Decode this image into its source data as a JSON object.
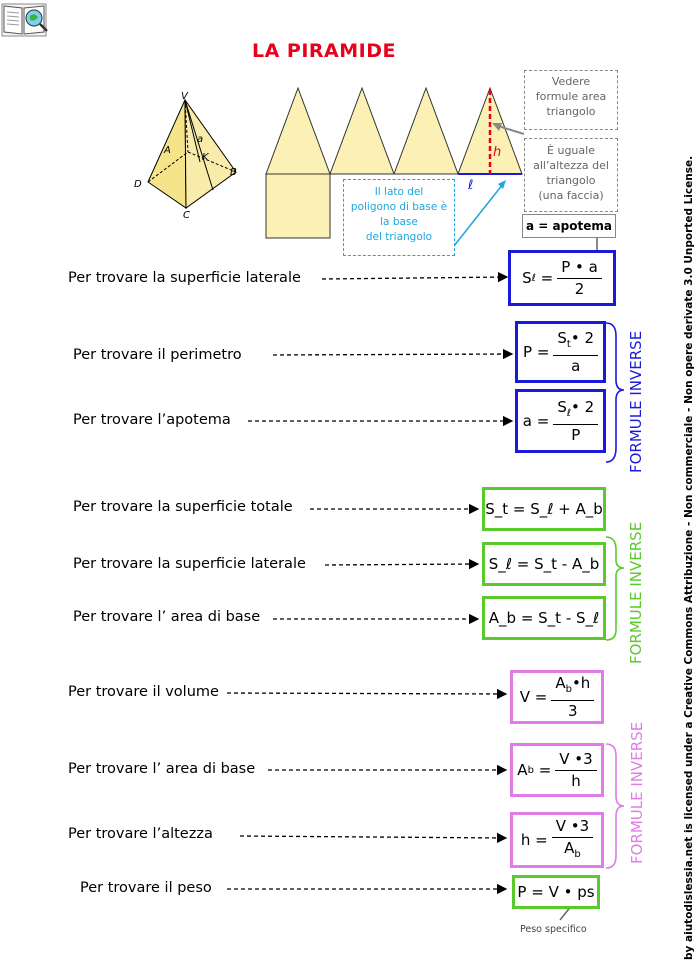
{
  "title": "LA PIRAMIDE",
  "pyramid_labels": {
    "V": "V",
    "A": "A",
    "a": "a",
    "K": "K",
    "B": "B",
    "C": "C",
    "D": "D"
  },
  "net_labels": {
    "h": "h",
    "l": "ℓ"
  },
  "notes": {
    "vedere": [
      "Vedere",
      "formule area",
      "triangolo"
    ],
    "uguale": [
      "È uguale",
      "all’altezza del",
      "triangolo",
      "(una faccia)"
    ],
    "apotema": "a = apotema",
    "lato": [
      "Il lato del",
      "poligono di base è",
      "la base",
      "del triangolo"
    ]
  },
  "rows": [
    {
      "label": "Per trovare la superficie laterale",
      "lhs": "S",
      "sub": "ℓ",
      "eq": "=",
      "num": "P • a",
      "den": "2"
    },
    {
      "label": "Per trovare il perimetro",
      "lhs": "P",
      "eq": "=",
      "num": "S",
      "num_sub": "t",
      "num_rest": "• 2",
      "den": "a"
    },
    {
      "label": "Per trovare l’apotema",
      "lhs": "a",
      "eq": "=",
      "num": "S",
      "num_sub": "ℓ",
      "num_rest": "• 2",
      "den": "P"
    },
    {
      "label": "Per trovare la superficie totale",
      "formula": "S_t = S_ℓ + A_b"
    },
    {
      "label": "Per trovare la superficie laterale",
      "formula": "S_ℓ = S_t - A_b"
    },
    {
      "label": "Per trovare l’ area di base",
      "formula": "A_b = S_t - S_ℓ"
    },
    {
      "label": "Per trovare il volume",
      "lhs": "V",
      "eq": "=",
      "num": "A",
      "num_sub": "b",
      "num_rest": "•h",
      "den": "3"
    },
    {
      "label": "Per trovare l’ area di base",
      "lhs": "A",
      "sub": "b",
      "eq": "=",
      "num": "V •3",
      "den": "h"
    },
    {
      "label": "Per trovare l’altezza",
      "lhs": "h",
      "eq": "=",
      "num": "V •3",
      "den": "A",
      "den_sub": "b"
    },
    {
      "label": "Per trovare il peso",
      "formula": "P = V • ps"
    }
  ],
  "formule_inverse": "FORMULE INVERSE",
  "peso_specifico": "Peso specifico",
  "license": "by aiutodislessia.net is licensed under a Creative Commons Attribuzione - Non commerciale - Non opere derivate 3.0 Unported License."
}
